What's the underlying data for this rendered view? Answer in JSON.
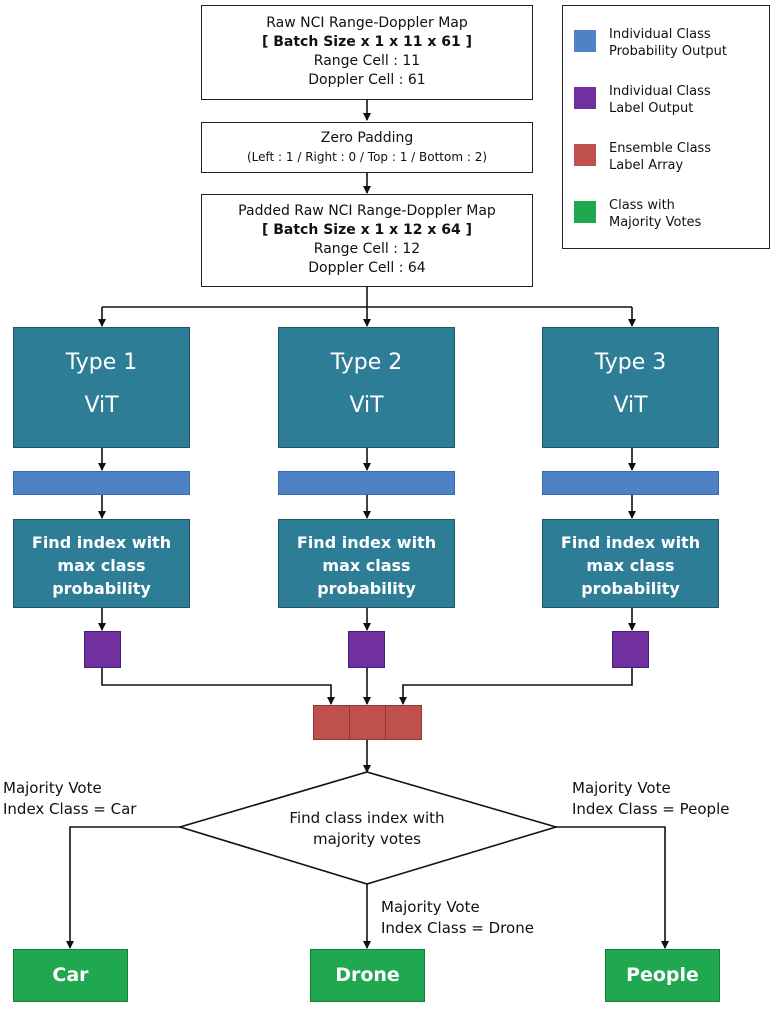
{
  "input_box": {
    "line1": "Raw NCI Range-Doppler Map",
    "line2": "[ Batch Size x 1 x 11 x 61 ]",
    "line3": "Range Cell : 11",
    "line4": "Doppler Cell : 61"
  },
  "padding_box": {
    "line1": "Zero Padding",
    "line2": "(Left : 1 / Right : 0 / Top : 1 / Bottom : 2)"
  },
  "padded_box": {
    "line1": "Padded Raw NCI Range-Doppler Map",
    "line2": "[ Batch Size x 1 x 12 x 64 ]",
    "line3": "Range Cell : 12",
    "line4": "Doppler Cell : 64"
  },
  "models": [
    {
      "type": "Type 1",
      "name": "ViT"
    },
    {
      "type": "Type 2",
      "name": "ViT"
    },
    {
      "type": "Type 3",
      "name": "ViT"
    }
  ],
  "find_index": {
    "line1": "Find index with",
    "line2": "max class",
    "line3": "probability"
  },
  "decision": {
    "line1": "Find class index with",
    "line2": "majority votes"
  },
  "branches": {
    "left": {
      "line1": "Majority Vote",
      "line2": "Index Class = Car"
    },
    "middle": {
      "line1": "Majority Vote",
      "line2": "Index Class = Drone"
    },
    "right": {
      "line1": "Majority Vote",
      "line2": "Index Class = People"
    }
  },
  "outputs": {
    "car": "Car",
    "drone": "Drone",
    "people": "People"
  },
  "legend": {
    "items": [
      {
        "line1": "Individual Class",
        "line2": "Probability Output",
        "color": "#4f81c7"
      },
      {
        "line1": "Individual Class",
        "line2": "Label Output",
        "color": "#7030a0"
      },
      {
        "line1": "Ensemble Class",
        "line2": "Label Array",
        "color": "#c0504d"
      },
      {
        "line1": "Class with",
        "line2": "Majority Votes",
        "color": "#1fa84f"
      }
    ]
  },
  "colors": {
    "model": "#2e7d97",
    "probability": "#4f81c7",
    "label": "#7030a0",
    "ensemble": "#c0504d",
    "output": "#1fa84f"
  }
}
